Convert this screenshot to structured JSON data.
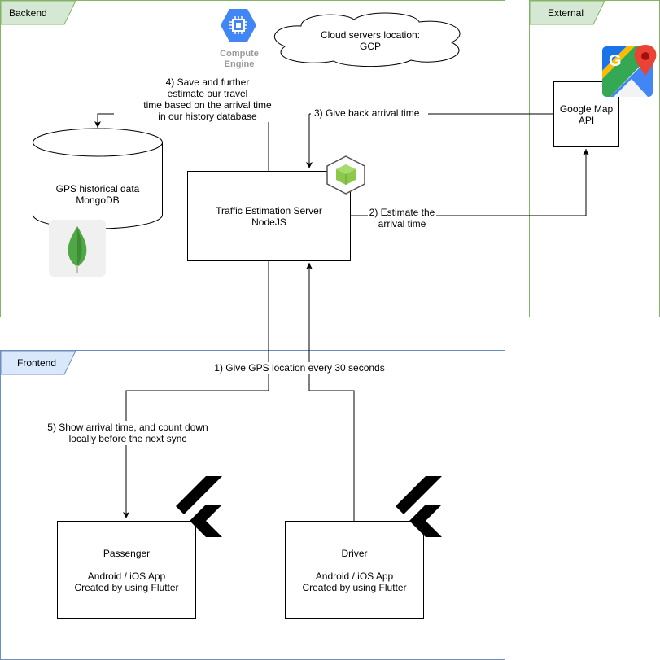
{
  "containers": {
    "backend": {
      "label": "Backend",
      "stroke": "#82b366",
      "fill": "#d5e8d4"
    },
    "external": {
      "label": "External",
      "stroke": "#82b366",
      "fill": "#d5e8d4"
    },
    "frontend": {
      "label": "Frontend",
      "stroke": "#6c8ebf",
      "fill": "#dae8fc"
    }
  },
  "nodes": {
    "cloud": {
      "line1": "Cloud servers location:",
      "line2": "GCP"
    },
    "compute_engine": {
      "line1": "Compute",
      "line2": "Engine",
      "color": "#4285f4"
    },
    "database": {
      "line1": "GPS historical data",
      "line2": "MongoDB"
    },
    "traffic_server": {
      "line1": "Traffic Estimation Server",
      "line2": "NodeJS"
    },
    "google_map_api": {
      "line1": "Google Map",
      "line2": "API"
    },
    "passenger": {
      "line1": "Passenger",
      "line2": "",
      "line3": "Android / iOS App",
      "line4": "Created by using Flutter"
    },
    "driver": {
      "line1": "Driver",
      "line2": "",
      "line3": "Android / iOS App",
      "line4": "Created by using Flutter"
    }
  },
  "edges": {
    "step1": "1) Give GPS location every 30 seconds",
    "step2": {
      "line1": "2) Estimate the",
      "line2": "arrival time"
    },
    "step3": "3) Give back arrival time",
    "step4": {
      "line1": "4) Save and further",
      "line2": "estimate our travel",
      "line3": "time based on the arrival time",
      "line4": "in our history database"
    },
    "step5": {
      "line1": "5) Show arrival time, and count down",
      "line2": "locally before the next sync"
    }
  }
}
